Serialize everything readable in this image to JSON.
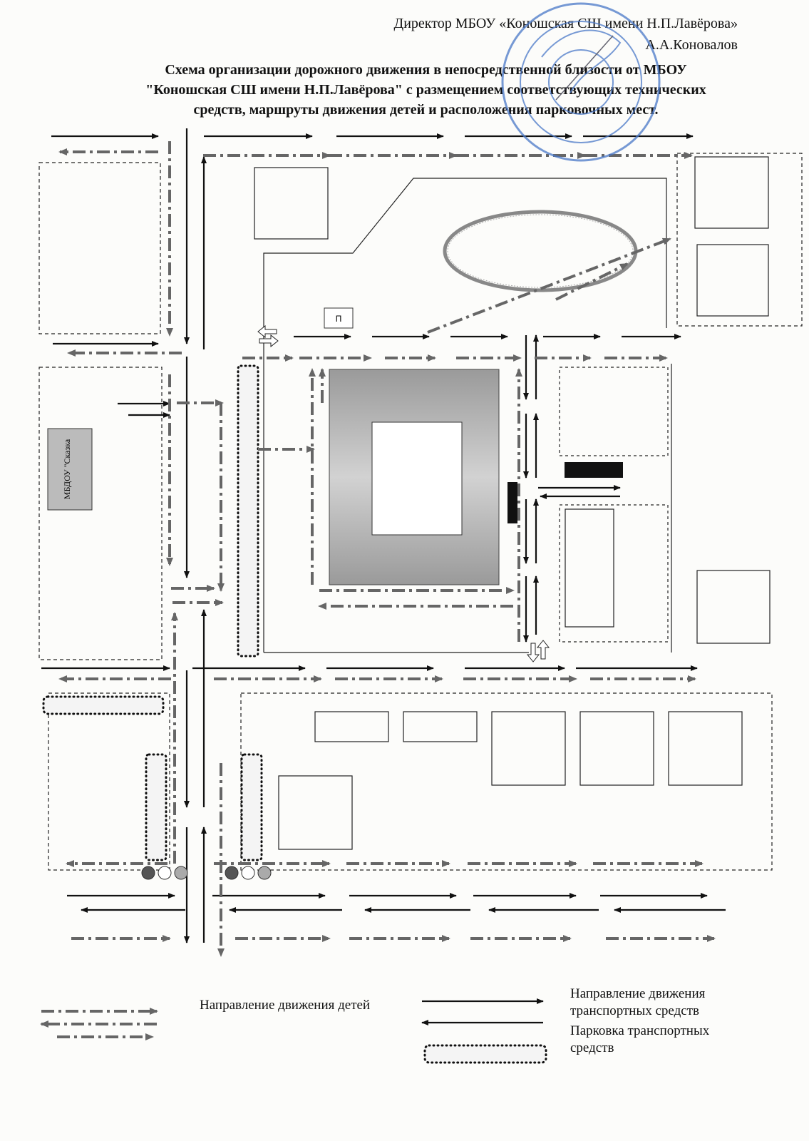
{
  "header": {
    "director_line": "Директор МБОУ «Коношская СШ имени Н.П.Лавёрова»",
    "signature_name": "А.А.Коновалов",
    "title_lines": [
      "Схема организации дорожного движения в непосредственной близости от  МБОУ",
      "\"Коношская СШ имени Н.П.Лавёрова\" с размещением соответствующих технических",
      "средств, маршруты движения детей и расположения парковочных мест."
    ]
  },
  "map": {
    "school_sign_label": "П",
    "kindergarten_label": "МБДОУ \"Сказка"
  },
  "legend": {
    "children_label": "Направление движения детей",
    "vehicles_label": "Направление движения транспортных средств",
    "parking_label": "Парковка транспортных средств"
  },
  "colors": {
    "ink": "#111111",
    "child_path": "#6a6a6a",
    "building_fill": "#b8b8b8",
    "stamp": "#4a78c8",
    "traffic_red": "#555555"
  }
}
